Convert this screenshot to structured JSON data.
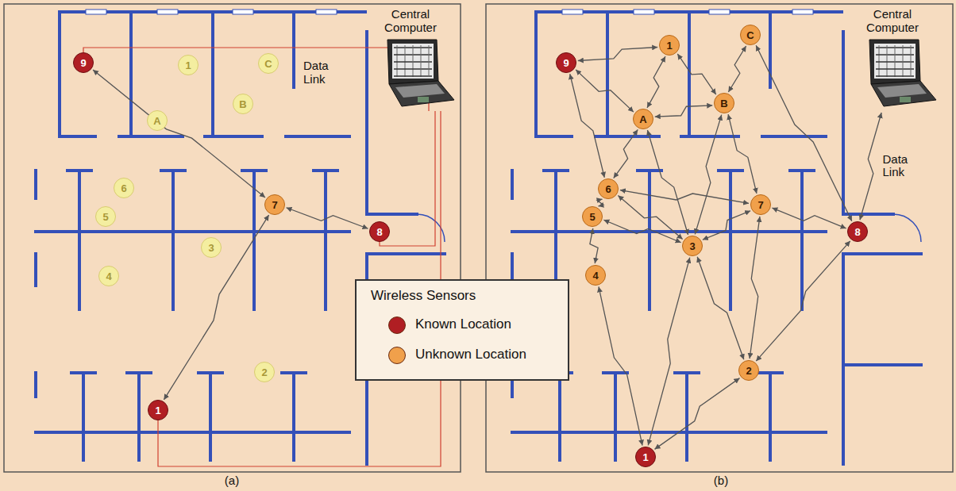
{
  "diagram": {
    "nodes": [
      {
        "text": [
          "9"
        ]
      },
      {
        "text": [
          "1"
        ]
      },
      {
        "text": [
          "C"
        ]
      },
      {
        "text": [
          "B"
        ]
      },
      {
        "text": [
          "A"
        ]
      },
      {
        "text": [
          "Central Computer"
        ]
      },
      {
        "text": [
          "6"
        ]
      },
      {
        "text": [
          "5"
        ]
      },
      {
        "text": [
          "7"
        ]
      },
      {
        "text": [
          "8"
        ]
      },
      {
        "text": [
          "3"
        ]
      },
      {
        "text": [
          "4"
        ]
      },
      {
        "text": [
          "2"
        ]
      },
      {
        "text": [
          "1"
        ]
      },
      {
        "text": [
          "9"
        ]
      },
      {
        "text": [
          "1"
        ]
      },
      {
        "text": [
          "C"
        ]
      },
      {
        "text": [
          "A"
        ]
      },
      {
        "text": [
          "B"
        ]
      },
      {
        "text": [
          "Central Computer"
        ]
      },
      {
        "text": [
          "6"
        ]
      },
      {
        "text": [
          "7"
        ]
      },
      {
        "text": [
          "8"
        ]
      },
      {
        "text": [
          "5"
        ]
      },
      {
        "text": [
          "3"
        ]
      },
      {
        "text": [
          "4"
        ]
      },
      {
        "text": [
          "2"
        ]
      },
      {
        "text": [
          "1"
        ]
      }
    ],
    "edges": [
      {
        "from": 0,
        "to": 8,
        "arrow": "both"
      },
      {
        "from": 8,
        "to": 9,
        "arrow": "both"
      },
      {
        "from": 13,
        "to": 8,
        "arrow": "both"
      },
      {
        "from": 14,
        "to": 15,
        "arrow": "both"
      },
      {
        "from": 14,
        "to": 17,
        "arrow": "both"
      },
      {
        "from": 14,
        "to": 20,
        "arrow": "both"
      },
      {
        "from": 15,
        "to": 17,
        "arrow": "both"
      },
      {
        "from": 15,
        "to": 18,
        "arrow": "both"
      },
      {
        "from": 16,
        "to": 18,
        "arrow": "both"
      },
      {
        "from": 17,
        "to": 18,
        "arrow": "both"
      },
      {
        "from": 17,
        "to": 20,
        "arrow": "both"
      },
      {
        "from": 17,
        "to": 24,
        "arrow": "both"
      },
      {
        "from": 18,
        "to": 24,
        "arrow": "both"
      },
      {
        "from": 18,
        "to": 21,
        "arrow": "both"
      },
      {
        "from": 16,
        "to": 22,
        "arrow": "both"
      },
      {
        "from": 20,
        "to": 23,
        "arrow": "both"
      },
      {
        "from": 20,
        "to": 24,
        "arrow": "both"
      },
      {
        "from": 20,
        "to": 21,
        "arrow": "both"
      },
      {
        "from": 23,
        "to": 25,
        "arrow": "both"
      },
      {
        "from": 23,
        "to": 24,
        "arrow": "both"
      },
      {
        "from": 21,
        "to": 24,
        "arrow": "both"
      },
      {
        "from": 21,
        "to": 22,
        "arrow": "both"
      },
      {
        "from": 21,
        "to": 26,
        "arrow": "both"
      },
      {
        "from": 24,
        "to": 26,
        "arrow": "both"
      },
      {
        "from": 24,
        "to": 27,
        "arrow": "both"
      },
      {
        "from": 25,
        "to": 27,
        "arrow": "both"
      },
      {
        "from": 26,
        "to": 27,
        "arrow": "both"
      },
      {
        "from": 26,
        "to": 22,
        "arrow": "both"
      },
      {
        "from": 22,
        "to": 19,
        "label": "Data Link",
        "arrow": "both"
      }
    ],
    "labels": [
      "Data Link",
      "(a)",
      "(b)",
      "Wireless Sensors"
    ],
    "legend": [
      {
        "text": "Known Location",
        "color": "#b01e23"
      },
      {
        "text": "Unknown Location",
        "color": "#f0a04b"
      }
    ]
  }
}
